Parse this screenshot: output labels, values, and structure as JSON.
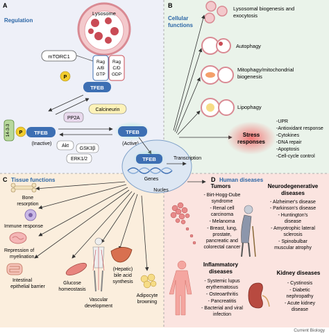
{
  "panels": {
    "a": {
      "letter": "A",
      "title": "Regulation"
    },
    "b": {
      "letter": "B",
      "title_lines": [
        "Cellular",
        "functions"
      ]
    },
    "c": {
      "letter": "C",
      "title": "Tissue functions"
    },
    "d": {
      "letter": "D",
      "title": "Human diseases"
    }
  },
  "regulation": {
    "lysosome": "Lysosome",
    "mtorc1": "mTORC1",
    "p": "P",
    "rag_ab": [
      "Rag",
      "A/B",
      "GTP"
    ],
    "rag_cd": [
      "Rag",
      "C/D",
      "GDP"
    ],
    "tfeb": "TFEB",
    "pp2a": "PP2A",
    "calcineurin": "Calcineurin",
    "protein_1433": "14-3-3",
    "inactive": "(Inactive)",
    "active": "(Active)",
    "akt": "Akt",
    "gsk3b": "GSK3β",
    "erk": "ERK1/2"
  },
  "nucleus": {
    "tfeb": "TFEB",
    "genes": "Genes",
    "transcription": "Transcription",
    "label": "Nucles"
  },
  "cellular_functions": {
    "items": [
      [
        "Lysosomal biogenesis and",
        "exocytosis"
      ],
      [
        "Autophagy"
      ],
      [
        "Mitophagy/mitochondrial",
        "biogenesis"
      ],
      [
        "Lipophagy"
      ]
    ],
    "stress_title": [
      "Stress",
      "responses"
    ],
    "stress_items": [
      "-UPR",
      "-Antioxidant response",
      "-Cytokines",
      "-DNA repair",
      "-Apoptosis",
      "-Cell-cycle control"
    ]
  },
  "tissue_functions": {
    "bone": [
      "Bone",
      "resorption"
    ],
    "immune": [
      "Immune response"
    ],
    "myelin": [
      "Repression of",
      "myelination"
    ],
    "intestine": [
      "Intestinal",
      "epithelial barrier"
    ],
    "glucose": [
      "Glucose",
      "homeostasis"
    ],
    "vascular": [
      "Vascular",
      "development"
    ],
    "bile": [
      "(Hepatic)",
      "bile acid",
      "synthesis"
    ],
    "adipocyte": [
      "Adipocyte",
      "browning"
    ]
  },
  "diseases": {
    "tumors": {
      "title": "Tumors",
      "items": [
        "- Birt-Hogg-Dube",
        "syndrome",
        "- Renal cell",
        "carcinoma",
        "- Melanoma",
        "- Breast, lung,",
        "prostate,",
        "pancreatic and",
        "colorectal cancer"
      ]
    },
    "neuro": {
      "title": [
        "Neurodegenerative",
        "diseases"
      ],
      "items": [
        "- Alzheimer's disease",
        "- Parkinson's disease",
        "- Huntington's",
        "disease",
        "- Amyotrophic lateral",
        "sclerosis",
        "- Spinobulbar",
        "muscular atrophy"
      ]
    },
    "inflammatory": {
      "title": [
        "Inflammatory",
        "diseases"
      ],
      "items": [
        "- Systemic lupus",
        "erythematosus",
        "- Osteoarthritis",
        "- Pancreatitis",
        "- Bacterial and viral",
        "infection"
      ]
    },
    "kidney": {
      "title": "Kidney diseases",
      "items": [
        "- Cystinosis",
        "- Diabetic",
        "nephropathy",
        "- Acute kidney",
        "disease"
      ]
    }
  },
  "footer": "Current Biology",
  "colors": {
    "panel_a": "#eef0f8",
    "panel_b": "#eaf3ea",
    "panel_c": "#fbeedd",
    "panel_d": "#fbe4e0",
    "tfeb": "#3d6fb3",
    "title_blue": "#2b66a6",
    "lysosome": "#d98a93",
    "phospho": "#f2cc2d",
    "protein_green": "#b8d89c",
    "nucleus": "#dde7f3"
  }
}
